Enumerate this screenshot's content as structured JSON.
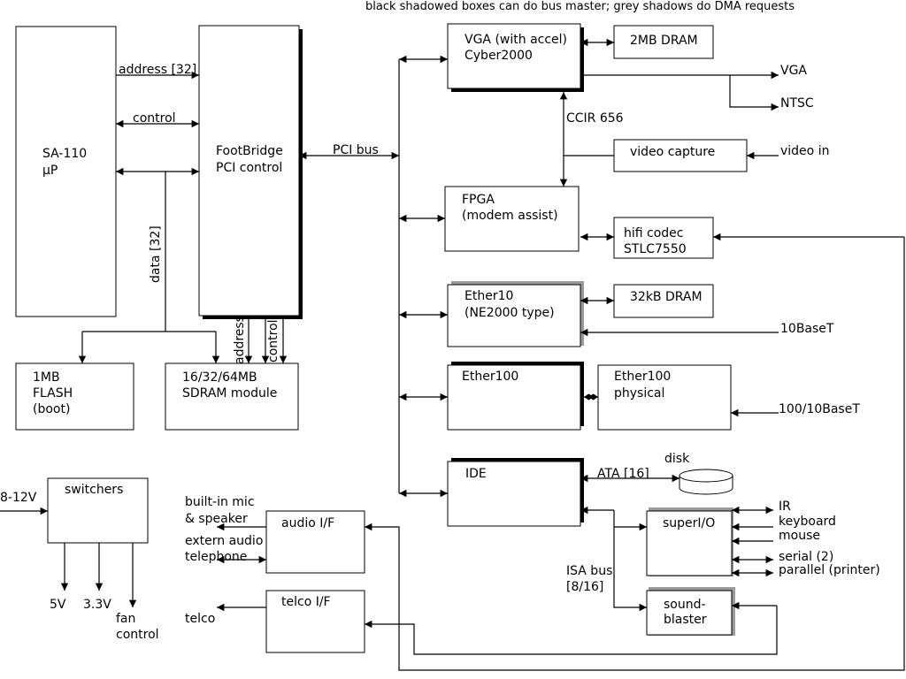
{
  "caption": "black shadowed boxes can do bus master; grey shadows do DMA requests",
  "boxes": {
    "cpu": [
      "SA-110",
      "μP"
    ],
    "footbridge": [
      "FootBridge",
      "PCI control"
    ],
    "flash": [
      "1MB",
      "FLASH",
      "(boot)"
    ],
    "sdram": [
      "16/32/64MB",
      "SDRAM module"
    ],
    "vga": [
      "VGA (with accel)",
      "Cyber2000"
    ],
    "vga_dram": [
      "2MB DRAM"
    ],
    "video_capture": [
      "video capture"
    ],
    "fpga": [
      "FPGA",
      "(modem assist)"
    ],
    "codec": [
      "hifi codec",
      "STLC7550"
    ],
    "ether10": [
      "Ether10",
      "(NE2000 type)"
    ],
    "ether10_dram": [
      "32kB DRAM"
    ],
    "ether100": [
      "Ether100"
    ],
    "ether100_phy": [
      "Ether100",
      "physical"
    ],
    "ide": [
      "IDE"
    ],
    "superio": [
      "superI/O"
    ],
    "soundblaster": [
      "sound-",
      "blaster"
    ],
    "switchers": [
      "switchers"
    ],
    "audio_if": [
      "audio I/F"
    ],
    "telco_if": [
      "telco I/F"
    ]
  },
  "labels": {
    "address_bus": "address [32]",
    "control_bus": "control",
    "data_bus": "data [32]",
    "sdram_address": "address",
    "sdram_control": "control",
    "pci_bus": "PCI bus",
    "vga_out": "VGA",
    "ntsc_out": "NTSC",
    "ccir": "CCIR 656",
    "video_in": "video in",
    "tenbase": "10BaseT",
    "hundredbase": "100/10BaseT",
    "disk": "disk",
    "ata": "ATA [16]",
    "isa": [
      "ISA bus",
      "[8/16]"
    ],
    "superio_io": [
      "IR",
      "keyboard",
      "mouse",
      "serial (2)",
      "parallel (printer)"
    ],
    "power_in": "8-12V",
    "power_out": [
      "5V",
      "3.3V",
      "fan",
      "control"
    ],
    "audio_ext": [
      "built-in mic",
      "& speaker",
      "extern audio",
      "telephone"
    ],
    "telco": "telco"
  },
  "colors": {
    "bus_master_shadow": "#000000",
    "dma_shadow": "#9a9a9a"
  }
}
